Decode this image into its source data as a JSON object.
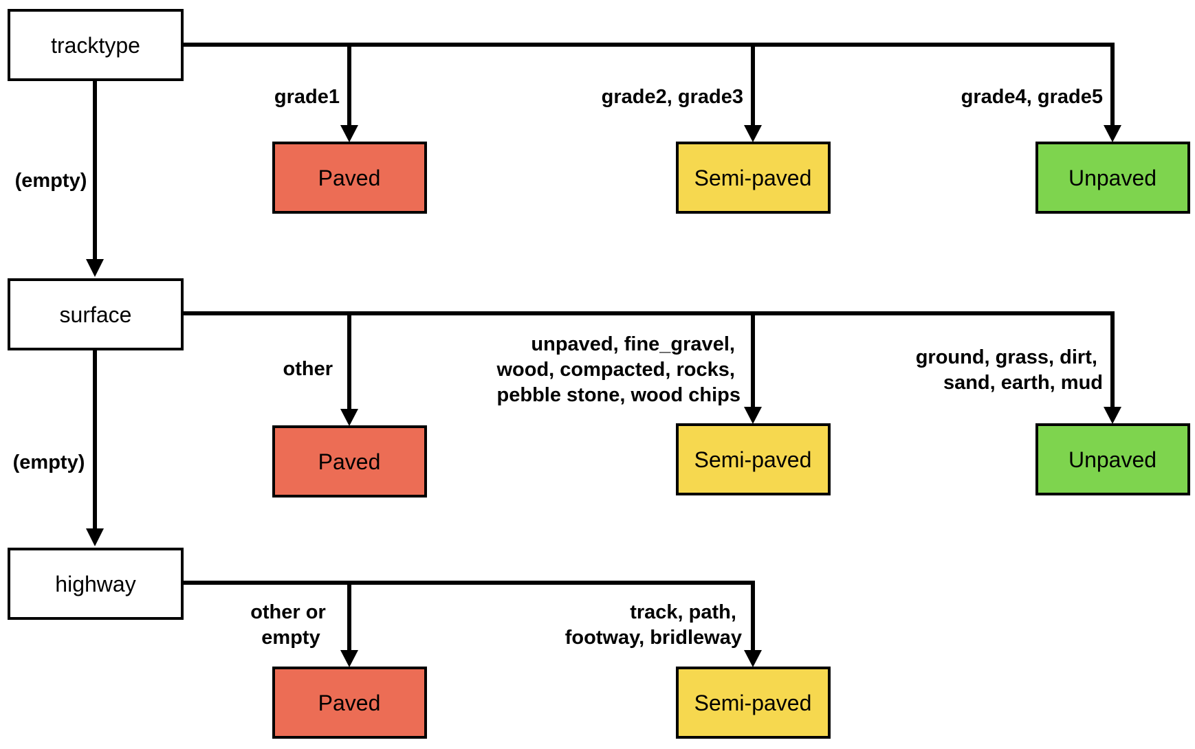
{
  "colors": {
    "paved": "#EC6D55",
    "semi_paved": "#F6D84F",
    "unpaved": "#7ED44E",
    "line": "#000000",
    "decision_fill": "#FFFFFF"
  },
  "decisions": {
    "tracktype": "tracktype",
    "surface": "surface",
    "highway": "highway"
  },
  "fallback_label": "(empty)",
  "outcomes": {
    "paved": "Paved",
    "semi_paved": "Semi-paved",
    "unpaved": "Unpaved"
  },
  "edge_labels": {
    "tracktype_paved": [
      "grade1"
    ],
    "tracktype_semi": [
      "grade2, grade3"
    ],
    "tracktype_unpaved": [
      "grade4, grade5"
    ],
    "surface_paved": [
      "other"
    ],
    "surface_semi": [
      "unpaved, fine_gravel,",
      "wood, compacted, rocks,",
      "pebble stone, wood chips"
    ],
    "surface_unpaved": [
      "ground, grass, dirt,",
      "sand, earth, mud"
    ],
    "highway_paved": [
      "other or",
      "empty"
    ],
    "highway_semi": [
      "track, path,",
      "footway, bridleway"
    ]
  }
}
